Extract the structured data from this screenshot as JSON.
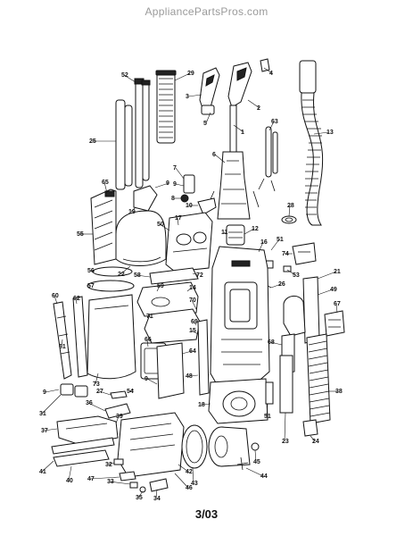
{
  "watermark": "AppliancePartsPros.com",
  "date_code": "3/03",
  "callouts": [
    {
      "id": "c52",
      "text": "52"
    },
    {
      "id": "c29",
      "text": "29"
    },
    {
      "id": "c3",
      "text": "3"
    },
    {
      "id": "c4",
      "text": "4"
    },
    {
      "id": "c2",
      "text": "2"
    },
    {
      "id": "c5",
      "text": "5"
    },
    {
      "id": "c1",
      "text": "1"
    },
    {
      "id": "c13",
      "text": "13"
    },
    {
      "id": "c25",
      "text": "25"
    },
    {
      "id": "c63",
      "text": "63"
    },
    {
      "id": "c6",
      "text": "6"
    },
    {
      "id": "c7",
      "text": "7"
    },
    {
      "id": "c65",
      "text": "65"
    },
    {
      "id": "c9a",
      "text": "9"
    },
    {
      "id": "c9b",
      "text": "9"
    },
    {
      "id": "c8",
      "text": "8"
    },
    {
      "id": "c19",
      "text": "19"
    },
    {
      "id": "c10",
      "text": "10"
    },
    {
      "id": "c28",
      "text": "28"
    },
    {
      "id": "c17",
      "text": "17"
    },
    {
      "id": "c50",
      "text": "50"
    },
    {
      "id": "c12",
      "text": "12"
    },
    {
      "id": "c55",
      "text": "55"
    },
    {
      "id": "c11",
      "text": "11"
    },
    {
      "id": "c16",
      "text": "16"
    },
    {
      "id": "c51a",
      "text": "51"
    },
    {
      "id": "c74",
      "text": "74"
    },
    {
      "id": "c22",
      "text": "22"
    },
    {
      "id": "c56",
      "text": "56"
    },
    {
      "id": "c58",
      "text": "58"
    },
    {
      "id": "c72",
      "text": "72"
    },
    {
      "id": "c53",
      "text": "53"
    },
    {
      "id": "c57",
      "text": "57"
    },
    {
      "id": "c59",
      "text": "59"
    },
    {
      "id": "c14",
      "text": "14"
    },
    {
      "id": "c26",
      "text": "26"
    },
    {
      "id": "c21",
      "text": "21"
    },
    {
      "id": "c49",
      "text": "49"
    },
    {
      "id": "c60",
      "text": "60"
    },
    {
      "id": "c62",
      "text": "62"
    },
    {
      "id": "c71",
      "text": "71"
    },
    {
      "id": "c70",
      "text": "70"
    },
    {
      "id": "c67",
      "text": "67"
    },
    {
      "id": "c61",
      "text": "61"
    },
    {
      "id": "c69",
      "text": "69"
    },
    {
      "id": "c15",
      "text": "15"
    },
    {
      "id": "c68",
      "text": "68"
    },
    {
      "id": "c66",
      "text": "66"
    },
    {
      "id": "c64",
      "text": "64"
    },
    {
      "id": "c48",
      "text": "48"
    },
    {
      "id": "c73",
      "text": "73"
    },
    {
      "id": "c27",
      "text": "27"
    },
    {
      "id": "c54",
      "text": "54"
    },
    {
      "id": "c9c",
      "text": "9"
    },
    {
      "id": "c9d",
      "text": "9"
    },
    {
      "id": "c38",
      "text": "38"
    },
    {
      "id": "c31",
      "text": "31"
    },
    {
      "id": "c36",
      "text": "36"
    },
    {
      "id": "c18",
      "text": "18"
    },
    {
      "id": "c51b",
      "text": "51"
    },
    {
      "id": "c37",
      "text": "37"
    },
    {
      "id": "c39",
      "text": "39"
    },
    {
      "id": "c23",
      "text": "23"
    },
    {
      "id": "c24",
      "text": "24"
    },
    {
      "id": "c41",
      "text": "41"
    },
    {
      "id": "c32",
      "text": "32"
    },
    {
      "id": "c42",
      "text": "42"
    },
    {
      "id": "c45",
      "text": "45"
    },
    {
      "id": "c40",
      "text": "40"
    },
    {
      "id": "c47",
      "text": "47"
    },
    {
      "id": "c33",
      "text": "33"
    },
    {
      "id": "c46",
      "text": "46"
    },
    {
      "id": "c43",
      "text": "43"
    },
    {
      "id": "c44",
      "text": "44"
    },
    {
      "id": "c35",
      "text": "35"
    },
    {
      "id": "c34",
      "text": "34"
    }
  ]
}
